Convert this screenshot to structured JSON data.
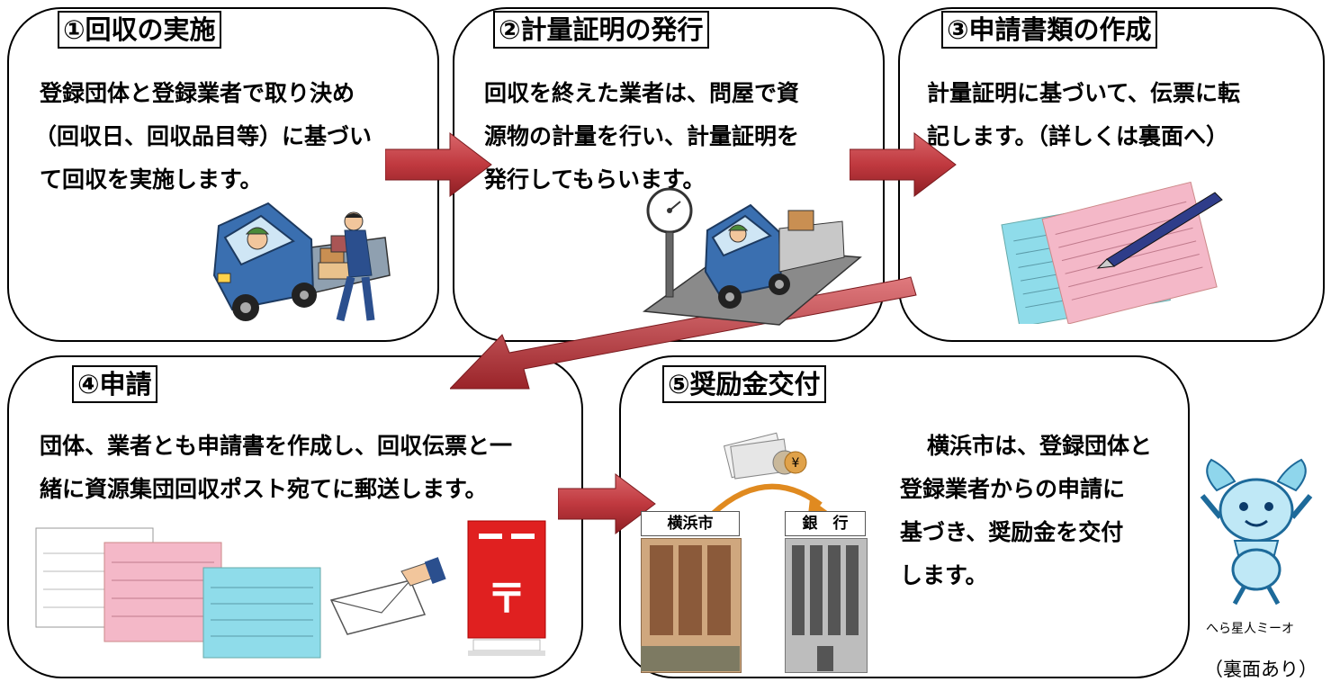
{
  "steps": [
    {
      "title": "①回収の実施",
      "lines": [
        "登録団体と登録業者で取り決め",
        "（回収日、回収品目等）に基づい",
        "て回収を実施します。"
      ]
    },
    {
      "title": "②計量証明の発行",
      "lines": [
        "回収を終えた業者は、問屋で資",
        "源物の計量を行い、計量証明を",
        "発行してもらいます。"
      ]
    },
    {
      "title": "③申請書類の作成",
      "lines": [
        "計量証明に基づいて、伝票に転",
        "記します。（詳しくは裏面へ）"
      ]
    },
    {
      "title": "④申請",
      "lines": [
        "団体、業者とも申請書を作成し、回収伝票と一",
        "緒に資源集団回収ポスト宛てに郵送します。"
      ]
    },
    {
      "title": "⑤奨励金交付",
      "lines": [
        "横浜市は、登録団体と",
        "登録業者からの申請に",
        "基づき、奨励金を交付",
        "します。"
      ]
    }
  ],
  "labels": {
    "city": "横浜市",
    "bank": "銀　行",
    "yen": "¥",
    "postal_mark": "〒"
  },
  "mascot_caption": "へら星人ミーオ",
  "back_note": "（裏面あり）",
  "colors": {
    "arrow": "#c0393f",
    "arrow_dark": "#8e1f24",
    "truck": "#3a6fb0",
    "pink_form": "#f4b8c8",
    "cyan_form": "#8fdcea",
    "postbox": "#e02020"
  }
}
